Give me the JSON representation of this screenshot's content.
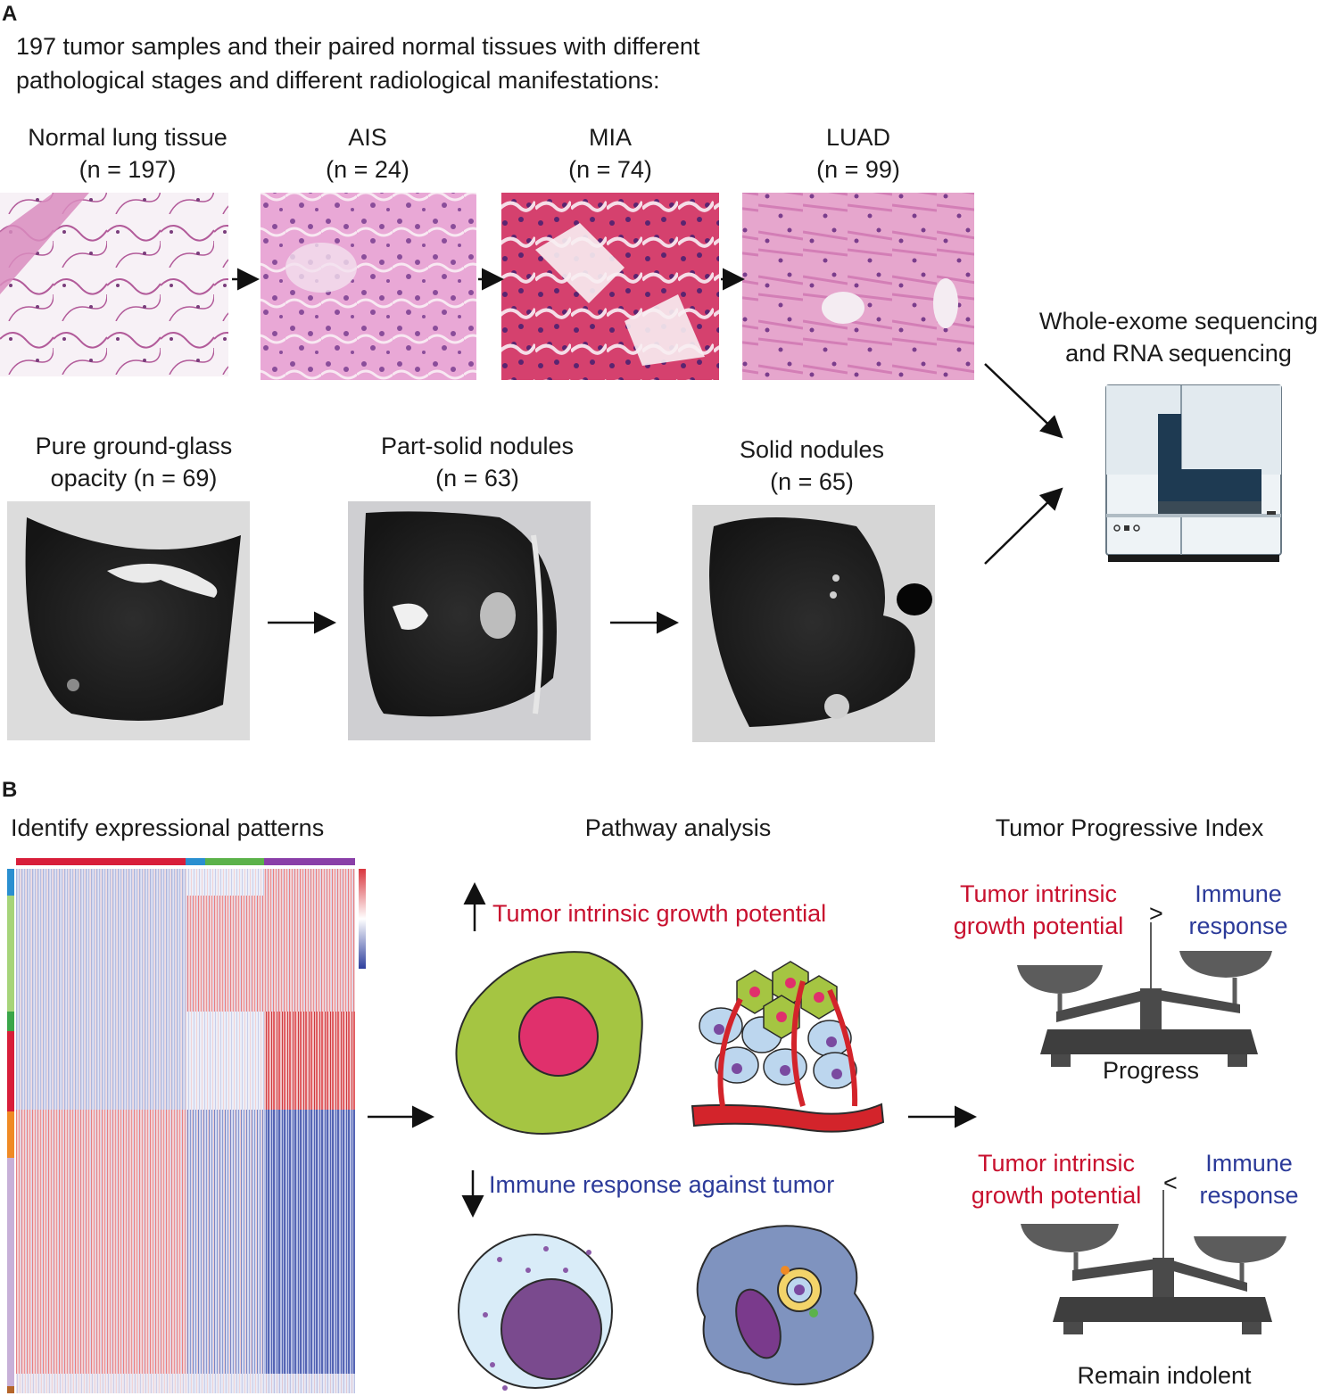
{
  "panelA": {
    "letter": "A",
    "intro_line1": "197 tumor samples and their paired normal tissues with different",
    "intro_line2": "pathological stages and different radiological manifestations:",
    "stages": [
      {
        "name": "Normal lung tissue",
        "n": "(n = 197)"
      },
      {
        "name": "AIS",
        "n": "(n = 24)"
      },
      {
        "name": "MIA",
        "n": "(n = 74)"
      },
      {
        "name": "LUAD",
        "n": "(n = 99)"
      }
    ],
    "radiology": [
      {
        "line1": "Pure ground-glass",
        "line2": "opacity (n = 69)"
      },
      {
        "line1": "Part-solid nodules",
        "line2": "(n = 63)"
      },
      {
        "line1": "Solid nodules",
        "line2": "(n = 65)"
      }
    ],
    "sequencing_line1": "Whole-exome sequencing",
    "sequencing_line2": "and RNA sequencing"
  },
  "panelB": {
    "letter": "B",
    "heatmap_title": "Identify expressional patterns",
    "pathway_title": "Pathway analysis",
    "tpi_title": "Tumor Progressive Index",
    "up_label": "Tumor intrinsic growth potential",
    "down_label": "Immune response against tumor",
    "progress": {
      "tumor_line1": "Tumor intrinsic",
      "tumor_line2": "growth potential",
      "symbol": ">",
      "immune_line1": "Immune",
      "immune_line2": "response",
      "outcome": "Progress"
    },
    "indolent": {
      "tumor_line1": "Tumor intrinsic",
      "tumor_line2": "growth potential",
      "symbol": "<",
      "immune_line1": "Immune",
      "immune_line2": "response",
      "outcome": "Remain indolent"
    }
  },
  "colors": {
    "red_text": "#c8102e",
    "blue_text": "#2b3a99",
    "heat_high": "#e0474c",
    "heat_low": "#3c4fa8",
    "tumor_cell": "#a5c542",
    "nucleus": "#e0306c",
    "scale_gray": "#585858"
  }
}
